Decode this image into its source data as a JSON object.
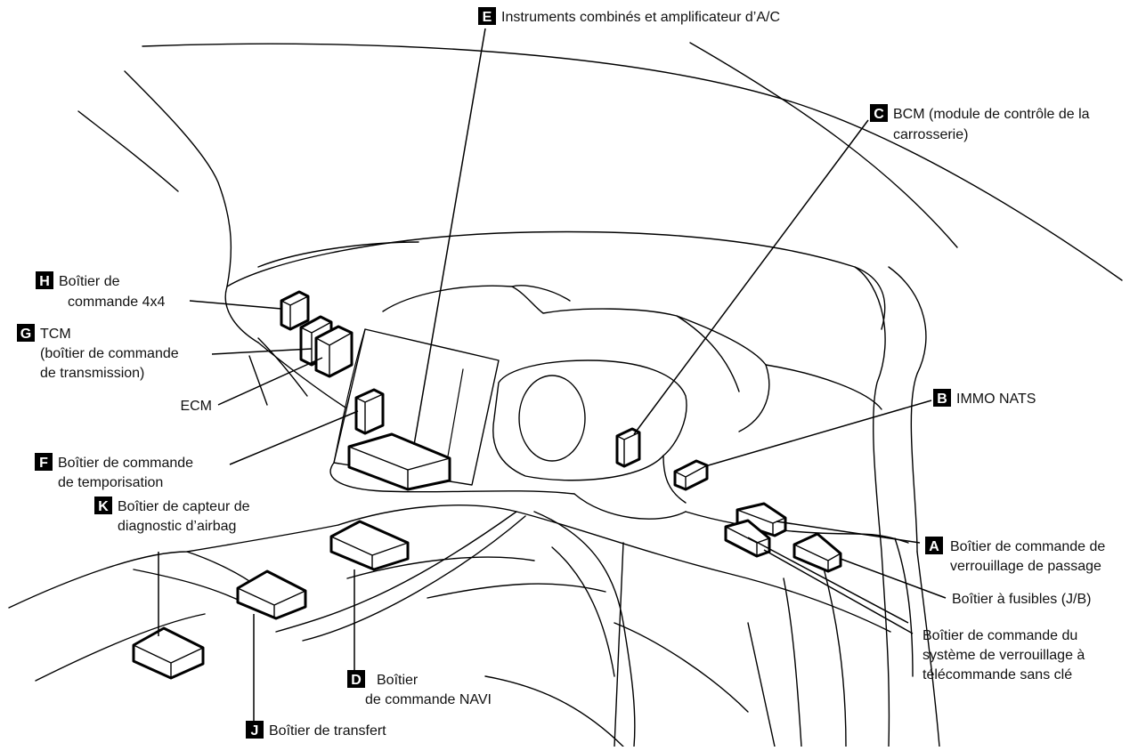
{
  "labels": {
    "E": {
      "letter": "E",
      "lines": [
        "Instruments combinés et amplificateur d’A/C"
      ]
    },
    "C": {
      "letter": "C",
      "lines": [
        "BCM (module de contrôle de la",
        "carrosserie)"
      ]
    },
    "H": {
      "letter": "H",
      "lines": [
        "Boîtier de",
        "commande 4x4"
      ]
    },
    "G": {
      "letter": "G",
      "lines": [
        "TCM",
        "(boîtier de commande",
        "de transmission)"
      ]
    },
    "ECM": {
      "lines": [
        "ECM"
      ]
    },
    "F": {
      "letter": "F",
      "lines": [
        "Boîtier de commande",
        "de temporisation"
      ]
    },
    "K": {
      "letter": "K",
      "lines": [
        "Boîtier de capteur de",
        "diagnostic d’airbag"
      ]
    },
    "B": {
      "letter": "B",
      "lines": [
        "IMMO NATS"
      ]
    },
    "A": {
      "letter": "A",
      "lines": [
        "Boîtier de commande de",
        "verrouillage de passage"
      ]
    },
    "JB": {
      "lines": [
        "Boîtier à fusibles (J/B)"
      ]
    },
    "KL": {
      "lines": [
        "Boîtier de commande du",
        "système de verrouillage à",
        "télécommande sans clé"
      ]
    },
    "D": {
      "letter": "D",
      "lines": [
        "Boîtier",
        "de commande NAVI"
      ]
    },
    "J": {
      "letter": "J",
      "lines": [
        "Boîtier de transfert"
      ]
    }
  }
}
